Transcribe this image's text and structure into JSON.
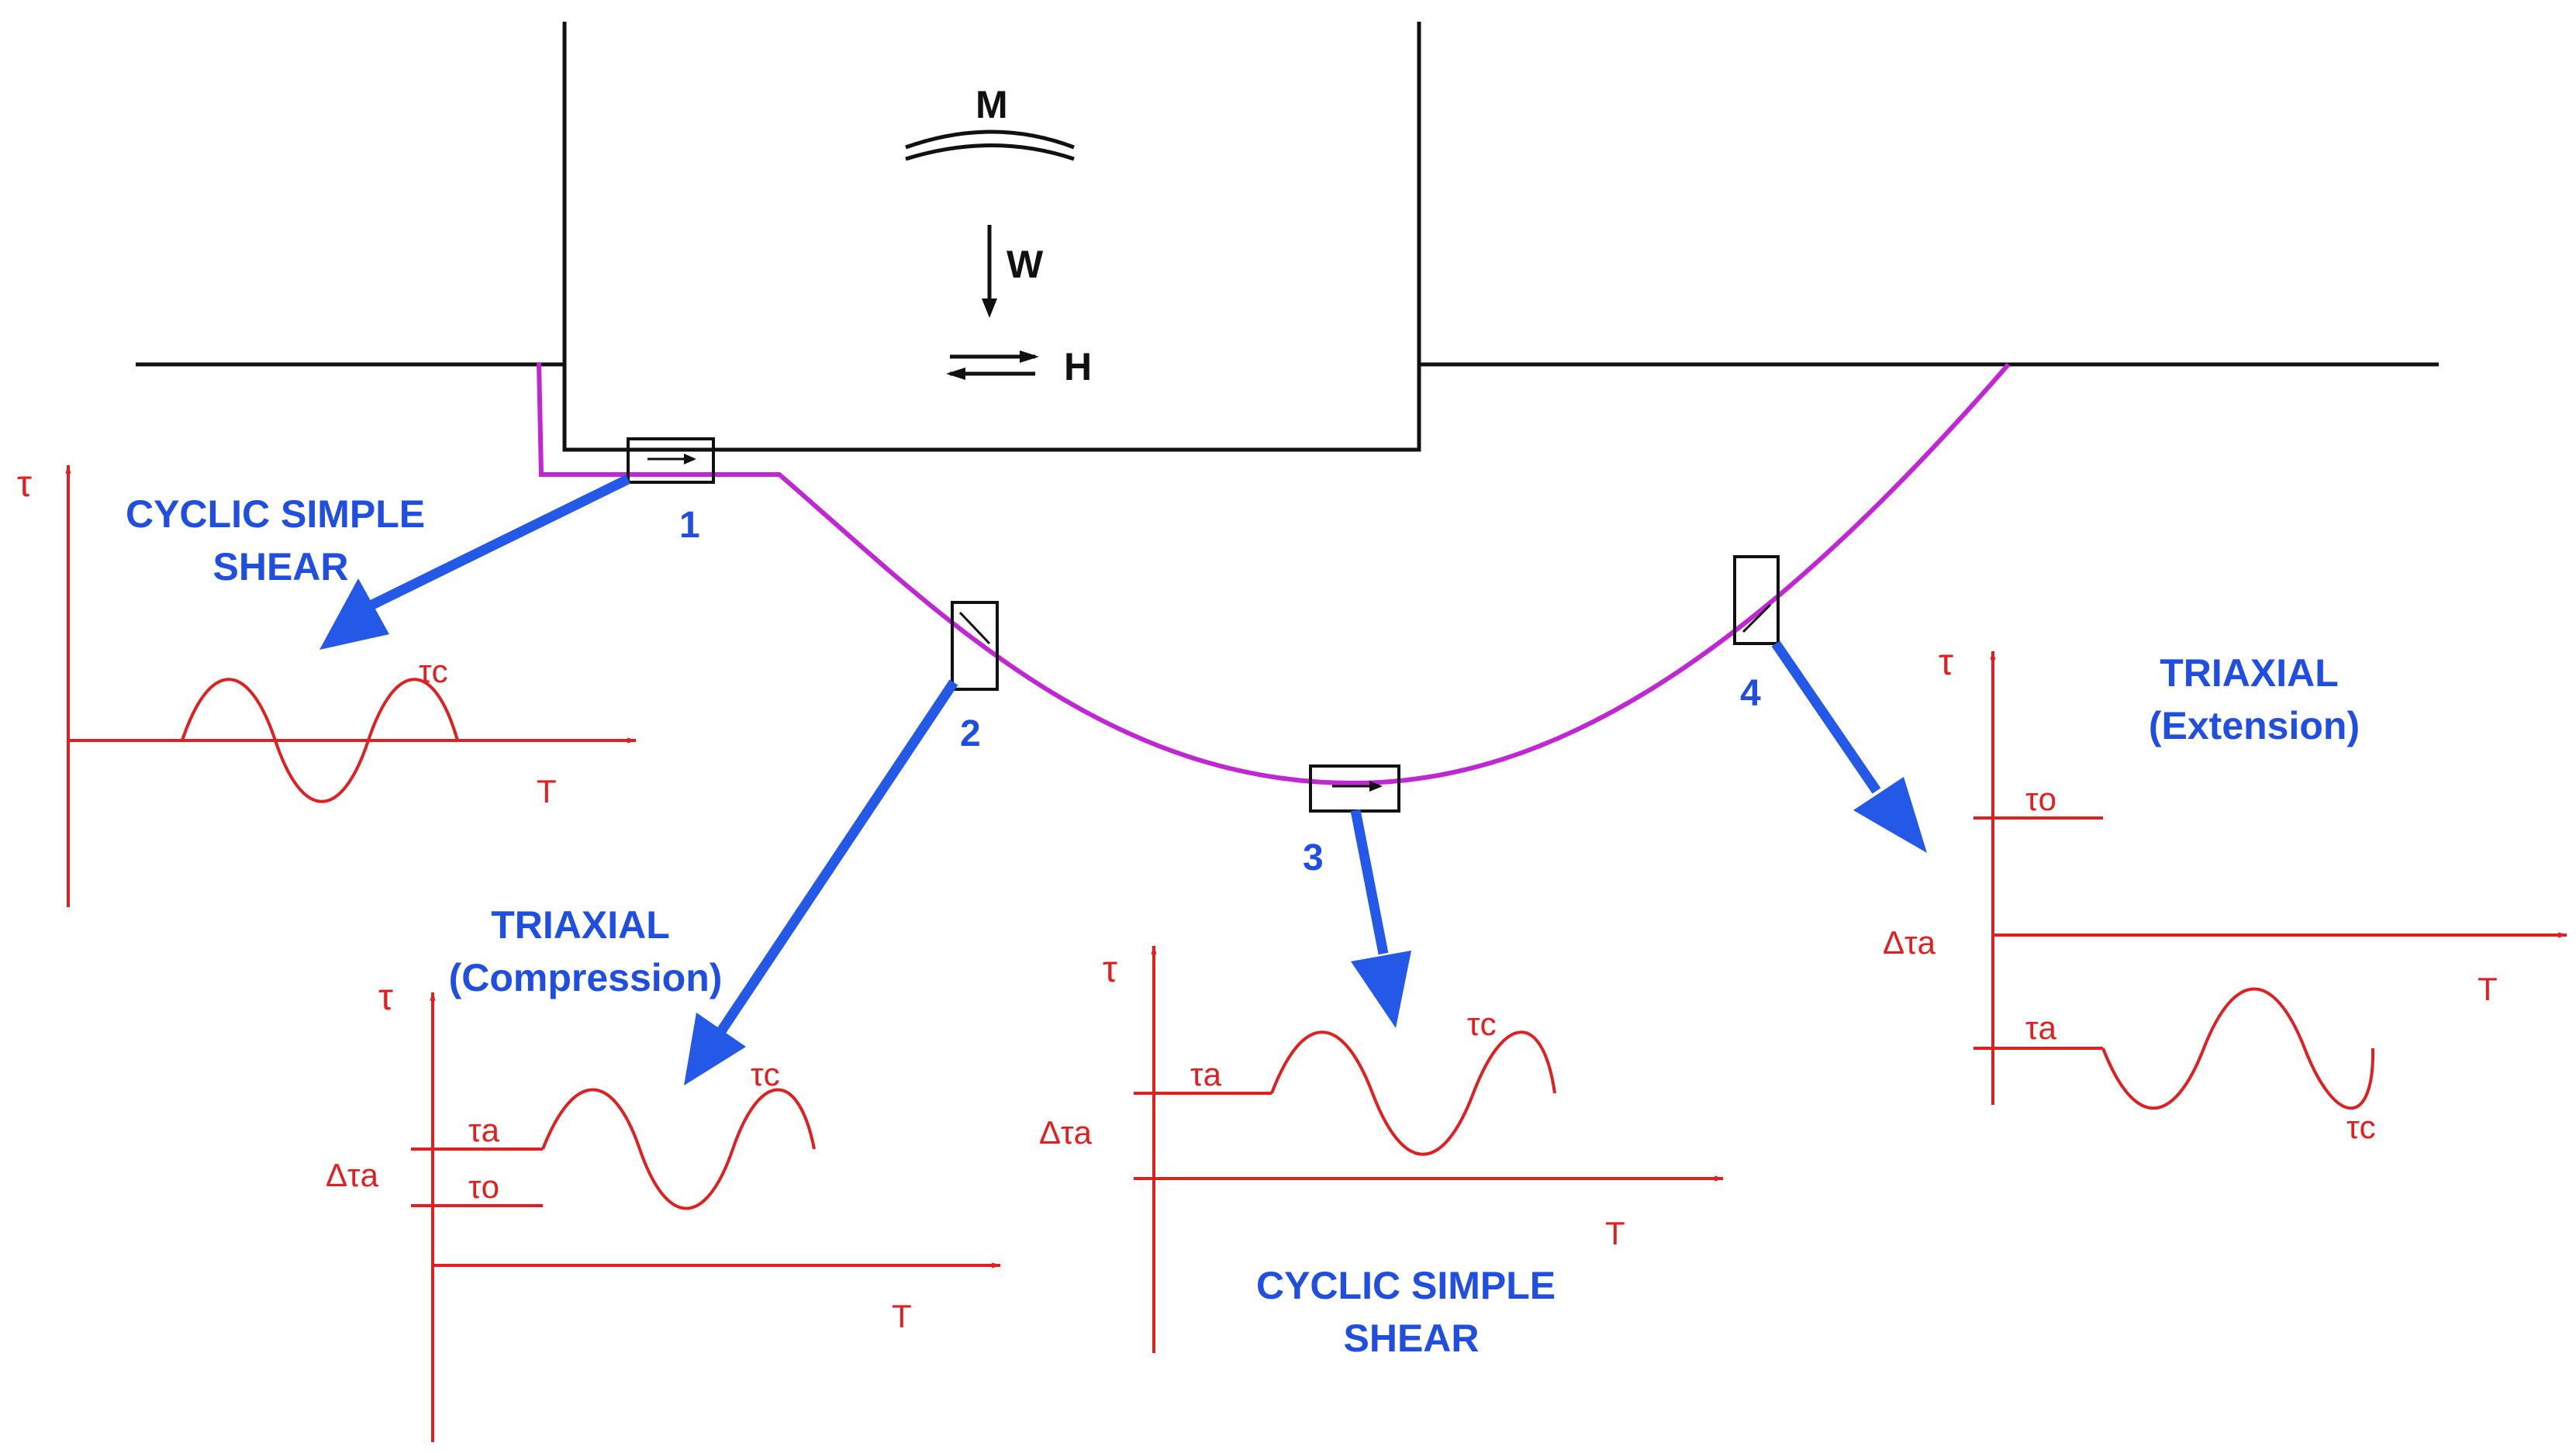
{
  "colors": {
    "structure": "#111111",
    "failure_surface": "#c026d3",
    "arrow": "#2458e6",
    "label": "#1f4ee0",
    "plot": "#e02020"
  },
  "loads": {
    "moment": "M",
    "weight": "W",
    "horizontal": "H"
  },
  "elements": [
    {
      "number": "1",
      "test": [
        "CYCLIC SIMPLE",
        "SHEAR"
      ]
    },
    {
      "number": "2",
      "test": [
        "TRIAXIAL",
        "(Compression)"
      ]
    },
    {
      "number": "3",
      "test": [
        "CYCLIC SIMPLE",
        "SHEAR"
      ]
    },
    {
      "number": "4",
      "test": [
        "TRIAXIAL",
        "(Extension)"
      ]
    }
  ],
  "plots": {
    "p1": {
      "y_axis": "τ",
      "x_axis": "T",
      "cyclic": "τc"
    },
    "p2": {
      "y_axis": "τ",
      "x_axis": "T",
      "cyclic": "τc",
      "average": "τa",
      "delta": "Δτa",
      "initial": "τo"
    },
    "p3": {
      "y_axis": "τ",
      "x_axis": "T",
      "cyclic": "τc",
      "average": "τa",
      "delta": "Δτa"
    },
    "p4": {
      "y_axis": "τ",
      "x_axis": "T",
      "cyclic": "τc",
      "average": "τa",
      "delta": "Δτa",
      "initial": "τo"
    }
  }
}
